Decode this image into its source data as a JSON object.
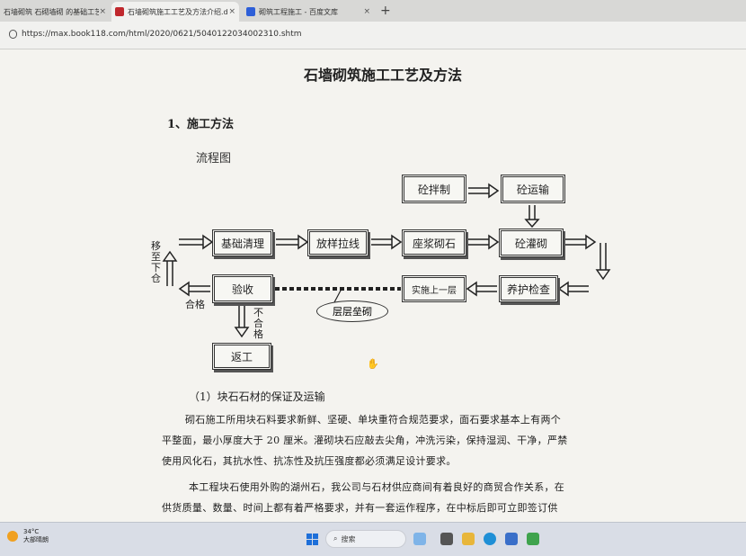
{
  "tabs": [
    {
      "label": "石墙砌筑 石砌墙砌 的基础工艺",
      "close": "×",
      "active": false
    },
    {
      "label": "石墙砌筑施工工艺及方法介绍.doc",
      "close": "×",
      "active": true
    },
    {
      "label": "砌筑工程施工 - 百度文库",
      "close": "×",
      "active": false
    }
  ],
  "new_tab": "+",
  "address": "https://max.book118.com/html/2020/0621/5040122034002310.shtm",
  "document": {
    "title": "石墙砌筑施工工艺及方法",
    "heading1": "1、施工方法",
    "heading2": "流程图",
    "flow": {
      "mix": "砼拌制",
      "transport": "砼运输",
      "clean": "基础清理",
      "layout": "放样拉线",
      "mortar": "座浆砌石",
      "pour": "砼灌砌",
      "accept": "验收",
      "implement": "实施上一层",
      "cure": "养护检查",
      "rework": "返工",
      "layer_note": "层层垒砌",
      "move_down": "移至下仓",
      "pass": "合格",
      "fail": "不合格"
    },
    "section1": "（1）块石石材的保证及运输",
    "para1_line1": "砌石施工所用块石料要求新鲜、坚硬、单块重符合规范要求，面石要求基本上有两个",
    "para1_line2": "平整面，最小厚度大于 20 厘米。灌砌块石应敲去尖角，冲洗污染，保持湿润、干净，严禁",
    "para1_line3": "使用风化石，其抗水性、抗冻性及抗压强度都必须满足设计要求。",
    "para2_line1": "本工程块石使用外购的湖州石，我公司与石材供应商间有着良好的商贸合作关系，在",
    "para2_line2": "供货质量、数量、时间上都有着严格要求，并有一套运作程序，在中标后即可立即签订供"
  },
  "taskbar": {
    "temperature": "34°C",
    "weather": "大部晴朗",
    "search_placeholder": "搜索"
  },
  "colors": {
    "accent": "#1e6fd9",
    "page": "#f4f3ef",
    "ink": "#222222"
  }
}
